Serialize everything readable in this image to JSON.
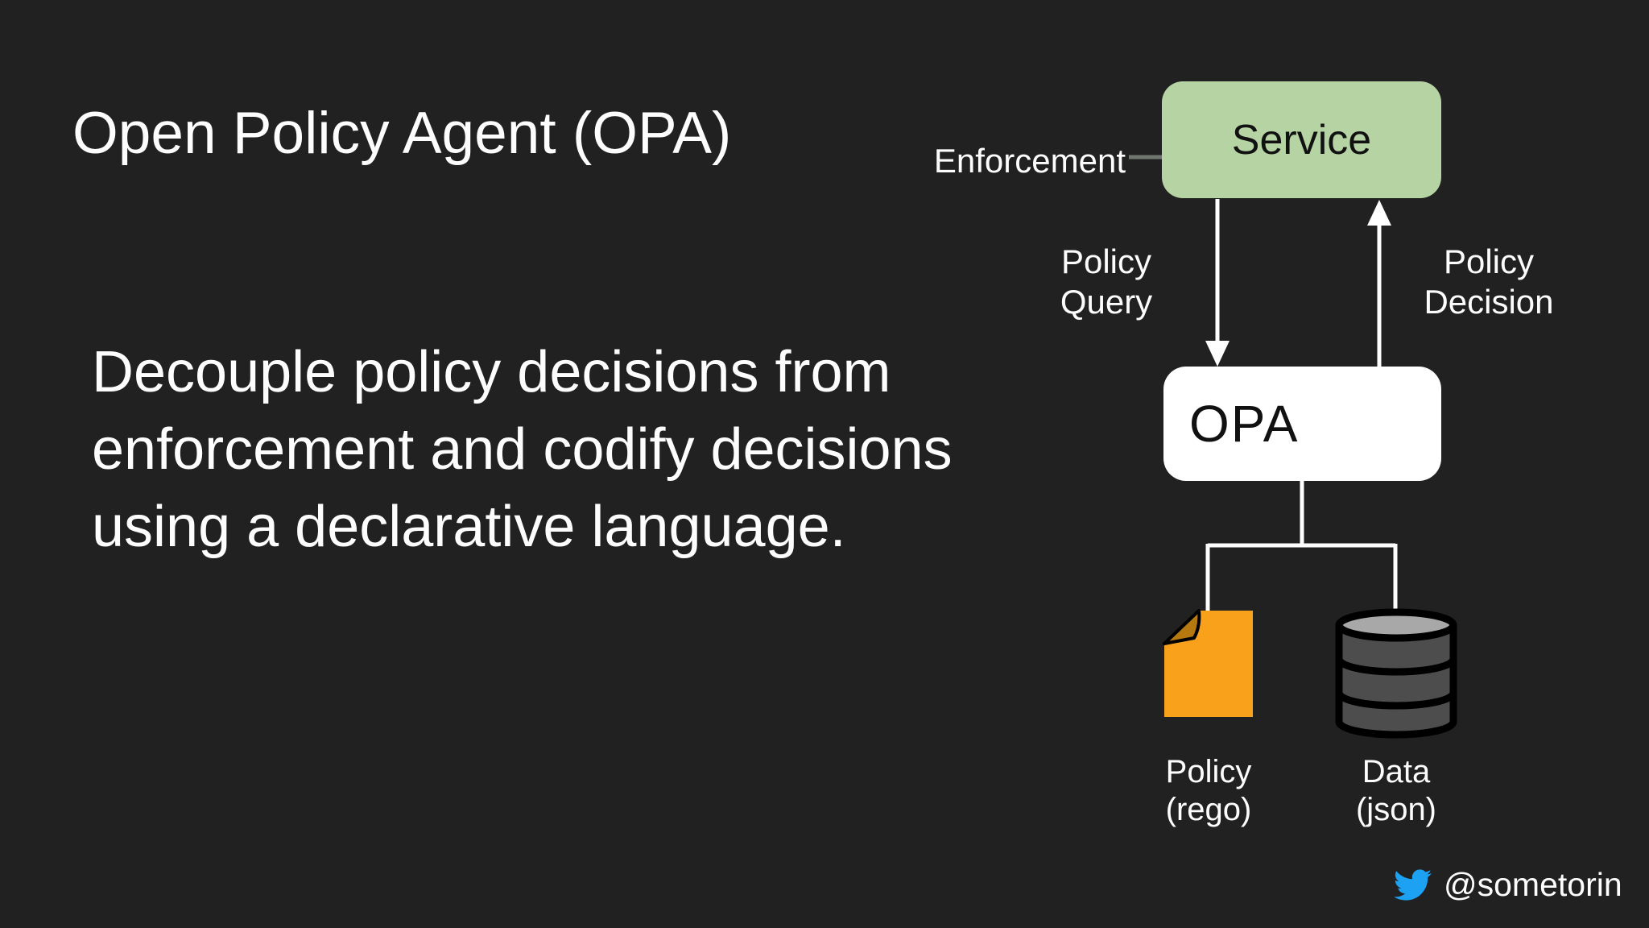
{
  "slide": {
    "title": "Open Policy Agent (OPA)",
    "body_lines": {
      "0": "Decouple policy decisions from",
      "1": "enforcement and codify decisions",
      "2": "using a declarative language."
    },
    "footer": {
      "twitter_handle": "@sometorin",
      "icon": "twitter-bird-icon"
    }
  },
  "diagram": {
    "service_box_label": "Service",
    "enforcement_label": "Enforcement",
    "policy_query": {
      "line1": "Policy",
      "line2": "Query"
    },
    "policy_decision": {
      "line1": "Policy",
      "line2": "Decision"
    },
    "opa_box_label": "OPA",
    "opa_logo_icon": "opa-helmet-icon",
    "policy_store": {
      "line1": "Policy",
      "line2": "(rego)",
      "icon": "document-icon"
    },
    "data_store": {
      "line1": "Data",
      "line2": "(json)",
      "icon": "database-icon"
    },
    "arrows": {
      "service_to_opa": "Policy Query (down arrow)",
      "opa_to_service": "Policy Decision (up arrow)"
    }
  },
  "colors": {
    "background": "#212121",
    "service_box_green": "#b5d3a3",
    "opa_box_white": "#ffffff",
    "document_orange": "#f9a11b",
    "document_fold_dark_orange": "#b5790f",
    "database_body_gray": "#4d4d4d",
    "database_top_gray": "#a8a8a8",
    "connector_white": "#ffffff",
    "enforcement_line_gray": "#70756f",
    "helmet_dark_slate": "#4d5f69",
    "helmet_light_slate": "#77909b",
    "horn_light_gray": "#c9cdd0",
    "twitter_blue": "#1da1f2",
    "text_white": "#fdfdfd"
  }
}
